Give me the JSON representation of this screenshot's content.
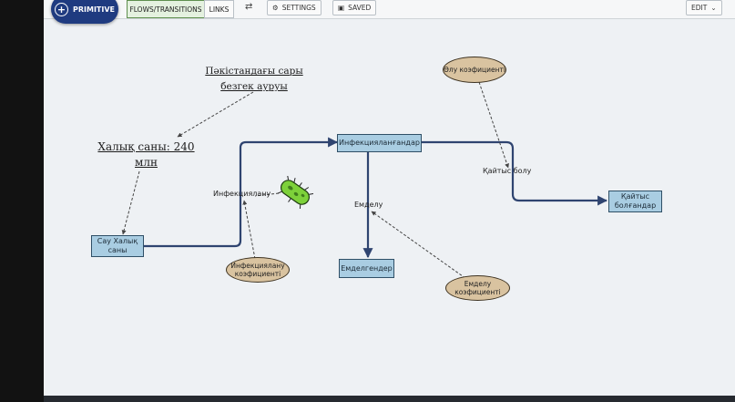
{
  "toolbar": {
    "primitive_label": "PRIMITIVE",
    "flows_tab": "FLOWS/TRANSITIONS",
    "links_tab": "LINKS",
    "settings_label": "SETTINGS",
    "saved_label": "SAVED",
    "edit_label": "EDIT"
  },
  "diagram": {
    "population_text": "Халық саны: 240 млн",
    "source_text": "Пәкістандағы сары безгек ауруы",
    "stocks": {
      "healthy": "Сау Халық саны",
      "infected": "Инфекцияланғандар",
      "recovered": "Емделгендер",
      "dead": "Қайтыс болғандар"
    },
    "flows": {
      "infection": "Инфекциялану",
      "treatment": "Емделу",
      "death": "Қайтыс болу"
    },
    "variables": {
      "infection_rate": "Инфекциялану коэфициенті",
      "treatment_rate": "Емделу коэфициенті",
      "death_rate": "Өлу коэфициенті"
    }
  }
}
